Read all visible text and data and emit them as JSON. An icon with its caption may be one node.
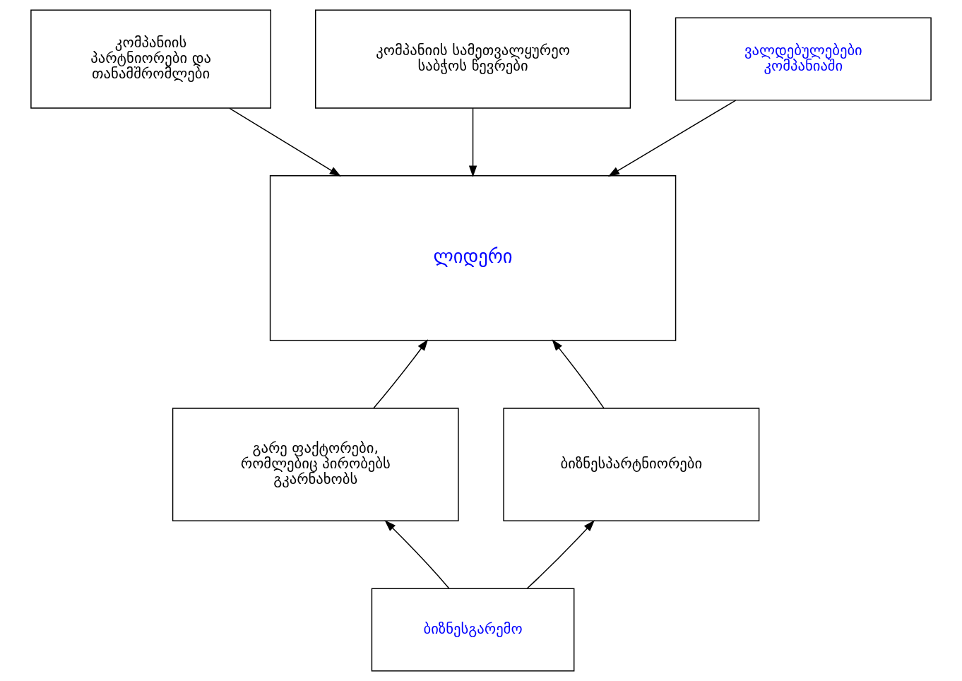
{
  "diagram": {
    "nodes": [
      {
        "text": [
          "კომპანიის პარტნიორები და თანამშრომლები"
        ]
      },
      {
        "text": [
          "კომპანიის სამეთვალყურეო საბჭოს წევრები"
        ]
      },
      {
        "text": [
          "ვალდებულებები კომპანიაში"
        ]
      },
      {
        "text": [
          "ლიდერი"
        ]
      },
      {
        "text": [
          "გარე ფაქტორები, რომლებიც პირობებს გკარნახობს"
        ]
      },
      {
        "text": [
          "ბიზნესპარტნიორები"
        ]
      },
      {
        "text": [
          "ბიზნესგარემო"
        ]
      }
    ],
    "edges": [
      {
        "from": 0,
        "to": 3,
        "arrow": "to"
      },
      {
        "from": 1,
        "to": 3,
        "arrow": "to"
      },
      {
        "from": 2,
        "to": 3,
        "arrow": "to"
      },
      {
        "from": 4,
        "to": 3,
        "arrow": "to"
      },
      {
        "from": 5,
        "to": 3,
        "arrow": "to"
      },
      {
        "from": 6,
        "to": 4,
        "arrow": "to"
      },
      {
        "from": 6,
        "to": 5,
        "arrow": "to"
      }
    ]
  }
}
